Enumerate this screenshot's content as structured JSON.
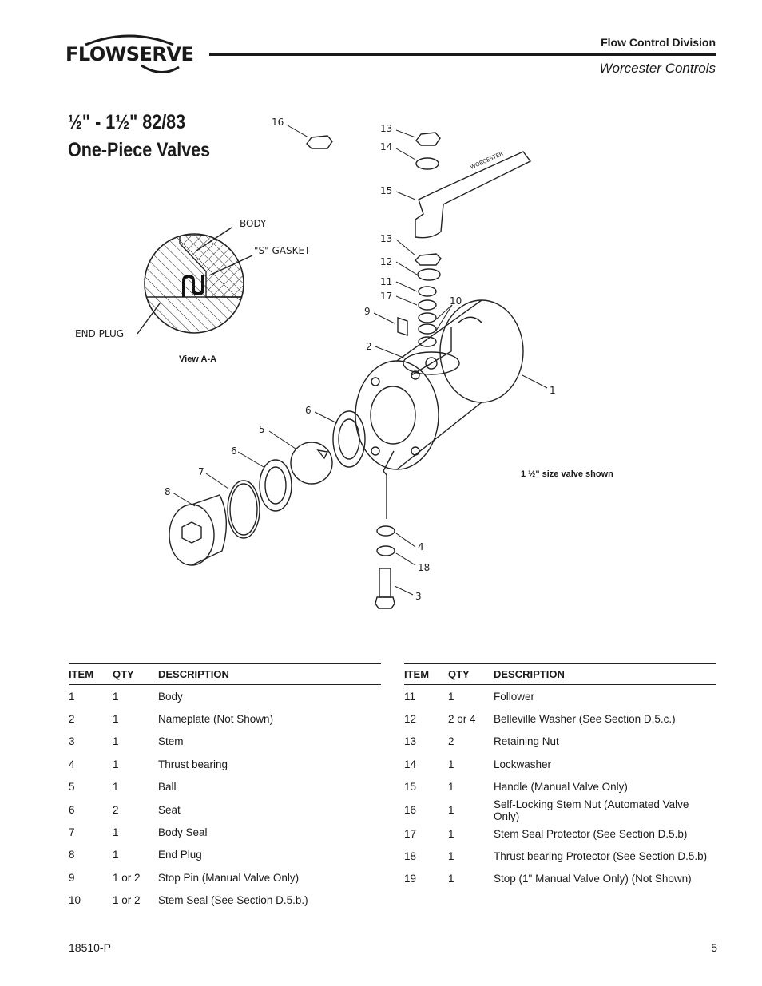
{
  "header": {
    "brand": "FLOWSERVE",
    "division": "Flow Control Division",
    "subdivision": "Worcester Controls"
  },
  "title": {
    "line1": "½\" - 1½\" 82/83",
    "line2": "One-Piece Valves"
  },
  "diagram": {
    "view_caption": "View A-A",
    "size_caption": "1 ½\" size valve shown",
    "detail_labels": {
      "body": "BODY",
      "gasket": "\"S\" GASKET",
      "end_plug": "END PLUG"
    },
    "handle_text": "WORCESTER",
    "callouts": [
      "16",
      "13",
      "14",
      "15",
      "13",
      "12",
      "11",
      "17",
      "10",
      "9",
      "2",
      "1",
      "6",
      "5",
      "6",
      "7",
      "8",
      "4",
      "18",
      "3"
    ]
  },
  "table_headers": {
    "item": "ITEM",
    "qty": "QTY",
    "description": "DESCRIPTION"
  },
  "parts_left": [
    {
      "item": "1",
      "qty": "1",
      "description": "Body"
    },
    {
      "item": "2",
      "qty": "1",
      "description": "Nameplate (Not Shown)"
    },
    {
      "item": "3",
      "qty": "1",
      "description": "Stem"
    },
    {
      "item": "4",
      "qty": "1",
      "description": "Thrust bearing"
    },
    {
      "item": "5",
      "qty": "1",
      "description": "Ball"
    },
    {
      "item": "6",
      "qty": "2",
      "description": "Seat"
    },
    {
      "item": "7",
      "qty": "1",
      "description": "Body Seal"
    },
    {
      "item": "8",
      "qty": "1",
      "description": "End Plug"
    },
    {
      "item": "9",
      "qty": "1 or 2",
      "description": "Stop Pin (Manual Valve Only)"
    },
    {
      "item": "10",
      "qty": "1 or 2",
      "description": "Stem Seal (See Section D.5.b.)"
    }
  ],
  "parts_right": [
    {
      "item": "11",
      "qty": "1",
      "description": "Follower"
    },
    {
      "item": "12",
      "qty": "2 or 4",
      "description": "Belleville Washer (See Section D.5.c.)"
    },
    {
      "item": "13",
      "qty": "2",
      "description": "Retaining Nut"
    },
    {
      "item": "14",
      "qty": "1",
      "description": "Lockwasher"
    },
    {
      "item": "15",
      "qty": "1",
      "description": "Handle (Manual Valve Only)"
    },
    {
      "item": "16",
      "qty": "1",
      "description": "Self-Locking Stem Nut (Automated Valve Only)"
    },
    {
      "item": "17",
      "qty": "1",
      "description": "Stem Seal Protector (See Section D.5.b)"
    },
    {
      "item": "18",
      "qty": "1",
      "description": "Thrust bearing Protector (See Section D.5.b)"
    },
    {
      "item": "19",
      "qty": "1",
      "description": "Stop (1\" Manual Valve Only) (Not Shown)"
    }
  ],
  "footer": {
    "doc_number": "18510-P",
    "page_number": "5"
  }
}
